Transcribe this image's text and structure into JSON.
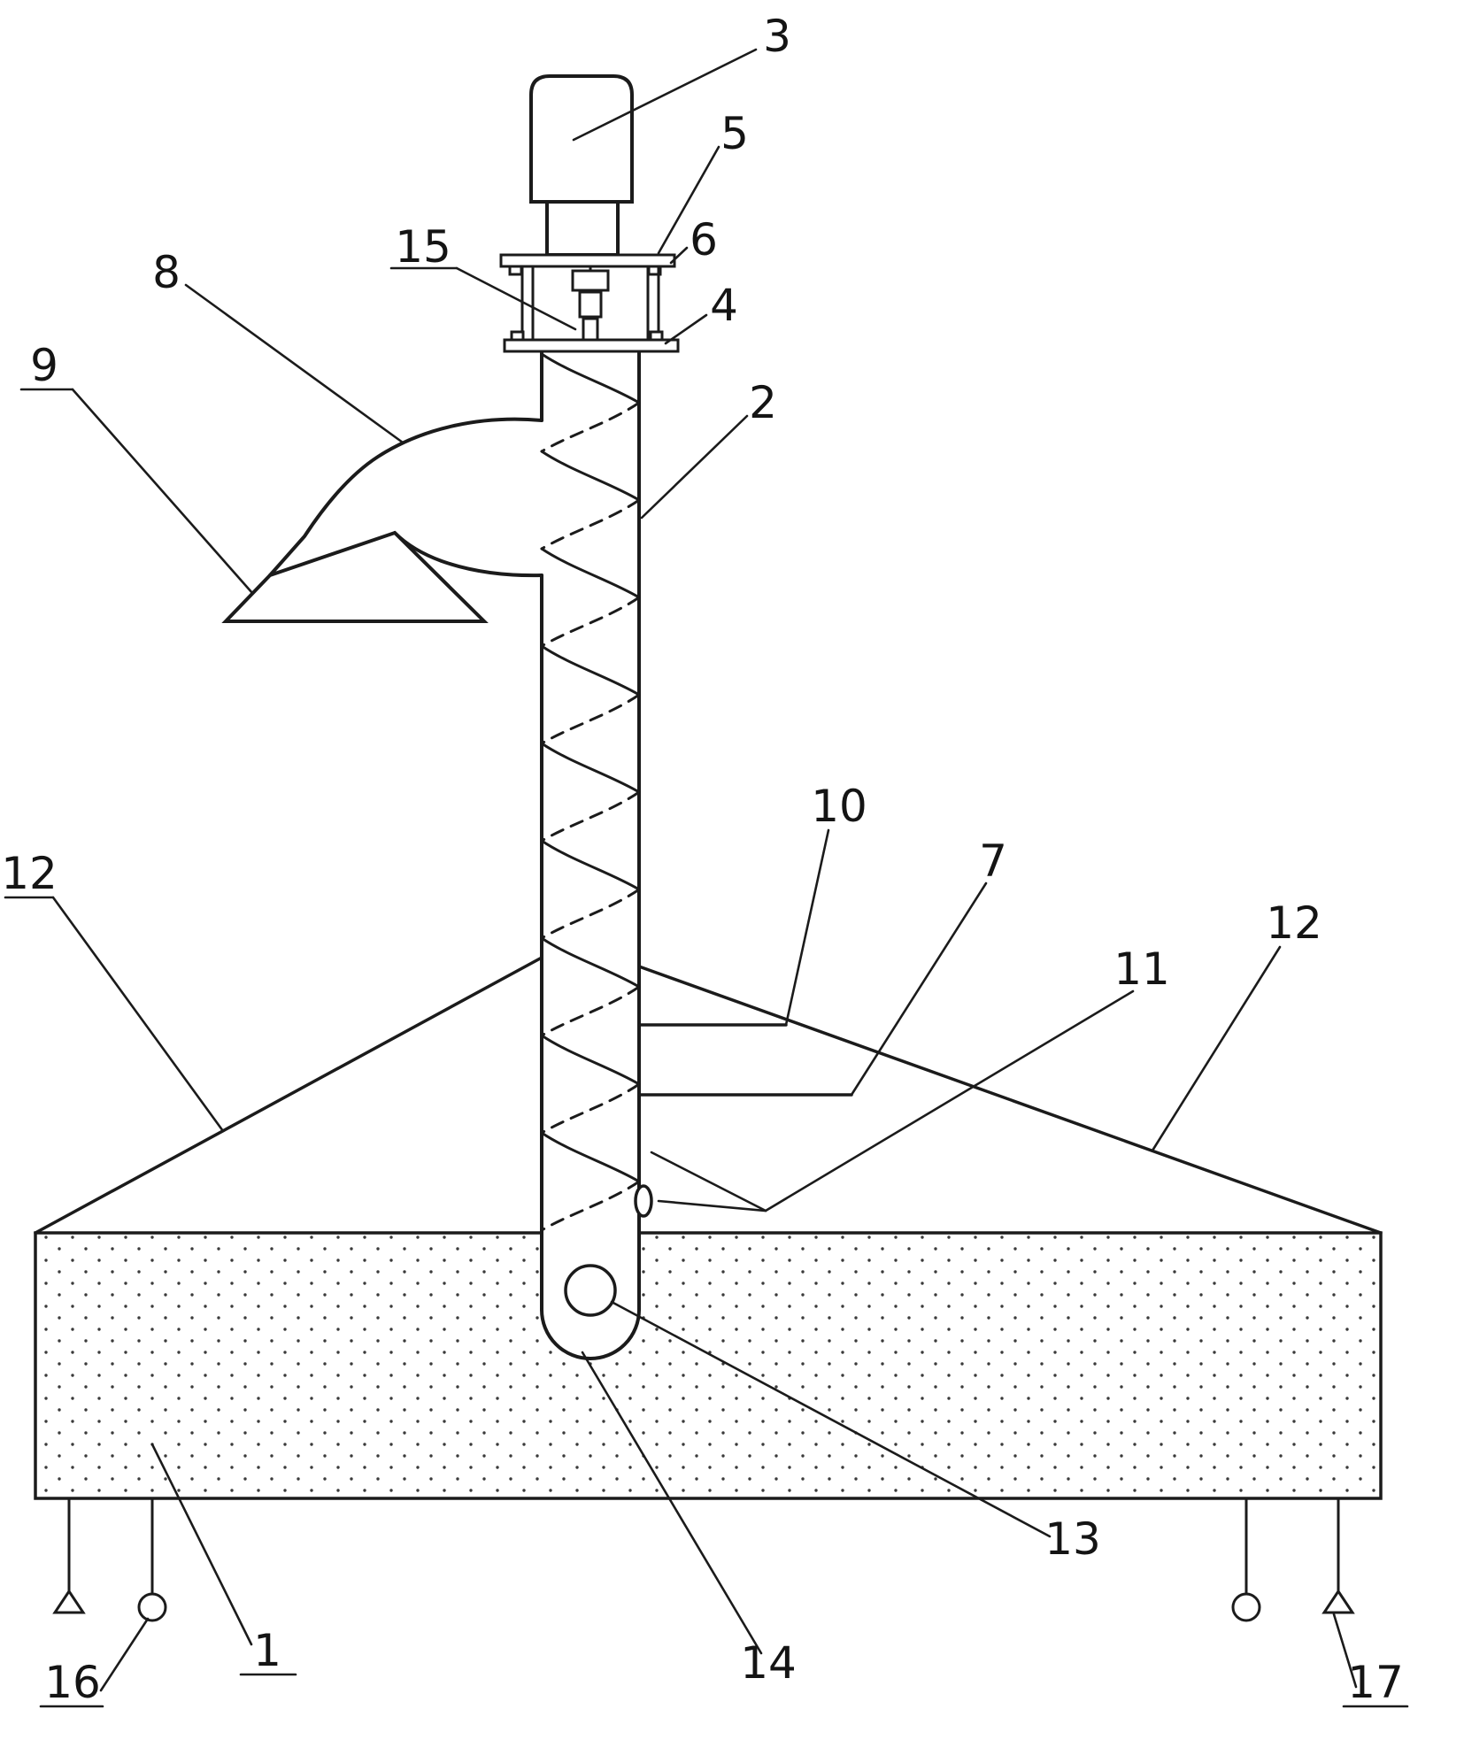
{
  "figure": {
    "background": "#ffffff",
    "line_color": "#1b1b1b",
    "dot_fill_color": "#3a3a3a"
  },
  "labels": {
    "part1": "1",
    "part2": "2",
    "part3": "3",
    "part4": "4",
    "part5": "5",
    "part6": "6",
    "part7": "7",
    "part8": "8",
    "part9": "9",
    "part10": "10",
    "part11": "11",
    "part12_left": "12",
    "part12_right": "12",
    "part13": "13",
    "part14": "14",
    "part15": "15",
    "part16": "16",
    "part17": "17"
  }
}
